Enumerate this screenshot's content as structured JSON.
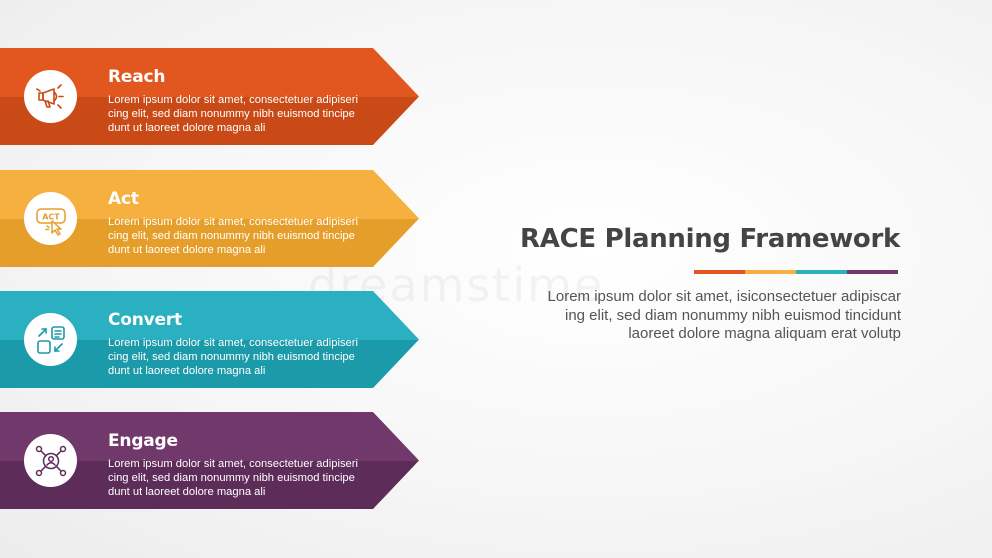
{
  "items": [
    {
      "title": "Reach",
      "icon": "megaphone-icon",
      "description": "Lorem ipsum dolor sit amet, consectetuer adipiseri\ncing elit, sed diam nonummy nibh euismod tincipe\ndunt ut laoreet dolore magna ali",
      "color": "#e2571f"
    },
    {
      "title": "Act",
      "icon": "act-cursor-icon",
      "icon_text": "ACT",
      "description": "Lorem ipsum dolor sit amet, consectetuer adipiseri\ncing elit, sed diam nonummy nibh euismod tincipe\ndunt ut laoreet dolore magna ali",
      "color": "#f5b040"
    },
    {
      "title": "Convert",
      "icon": "convert-icon",
      "description": "Lorem ipsum dolor sit amet, consectetuer adipiseri\ncing elit, sed diam nonummy nibh euismod tincipe\ndunt ut laoreet dolore magna ali",
      "color": "#2ab0c0"
    },
    {
      "title": "Engage",
      "icon": "network-user-icon",
      "description": "Lorem ipsum dolor sit amet, consectetuer adipiseri\ncing elit, sed diam nonummy nibh euismod tincipe\ndunt ut laoreet dolore magna ali",
      "color": "#70386b"
    }
  ],
  "main": {
    "title": "RACE Planning Framework",
    "description": "Lorem ipsum dolor sit amet, isiconsectetuer adipiscar\ning elit, sed diam nonummy nibh euismod tincidunt\nlaoreet dolore magna aliquam erat volutp",
    "underline_colors": [
      "#e2571f",
      "#f5b040",
      "#2ab0c0",
      "#70386b"
    ]
  },
  "watermark": "dreamstime"
}
